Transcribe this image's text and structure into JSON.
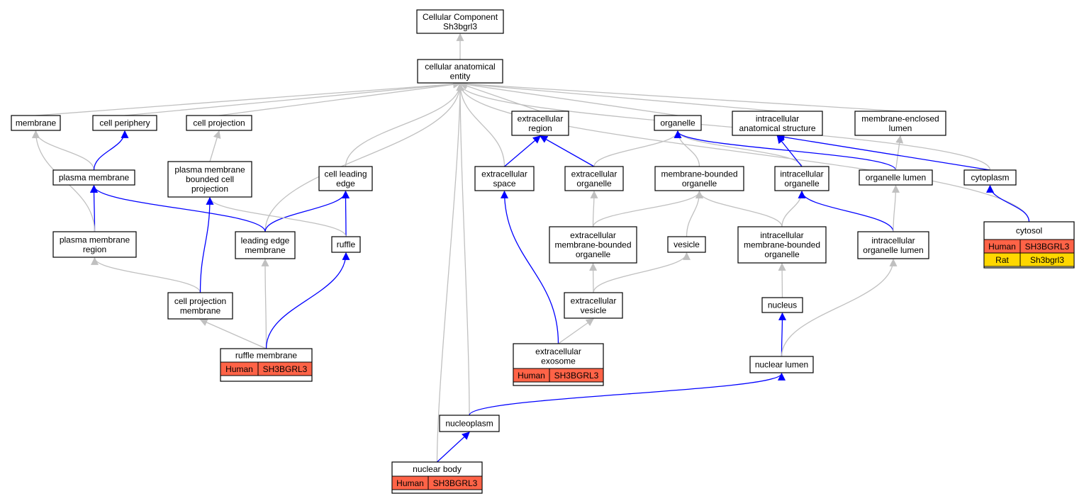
{
  "colors": {
    "is_a": "#c0c0c0",
    "part_of": "#0000ff",
    "human": "#ff6347",
    "rat": "#ffd700"
  },
  "nodes": {
    "cellular_component": {
      "lines": [
        "Cellular Component",
        "Sh3bgrl3"
      ]
    },
    "cellular_anatomical_entity": {
      "lines": [
        "cellular anatomical",
        "entity"
      ]
    },
    "membrane": {
      "lines": [
        "membrane"
      ]
    },
    "cell_periphery": {
      "lines": [
        "cell periphery"
      ]
    },
    "cell_projection": {
      "lines": [
        "cell projection"
      ]
    },
    "extracellular_region": {
      "lines": [
        "extracellular",
        "region"
      ]
    },
    "organelle": {
      "lines": [
        "organelle"
      ]
    },
    "intracellular_anatomical_structure": {
      "lines": [
        "intracellular",
        "anatomical structure"
      ]
    },
    "membrane_enclosed_lumen": {
      "lines": [
        "membrane-enclosed",
        "lumen"
      ]
    },
    "plasma_membrane": {
      "lines": [
        "plasma membrane"
      ]
    },
    "plasma_membrane_bounded_cell_projection": {
      "lines": [
        "plasma membrane",
        "bounded cell",
        "projection"
      ]
    },
    "cell_leading_edge": {
      "lines": [
        "cell leading",
        "edge"
      ]
    },
    "extracellular_space": {
      "lines": [
        "extracellular",
        "space"
      ]
    },
    "extracellular_organelle": {
      "lines": [
        "extracellular",
        "organelle"
      ]
    },
    "membrane_bounded_organelle": {
      "lines": [
        "membrane-bounded",
        "organelle"
      ]
    },
    "intracellular_organelle": {
      "lines": [
        "intracellular",
        "organelle"
      ]
    },
    "organelle_lumen": {
      "lines": [
        "organelle lumen"
      ]
    },
    "cytoplasm": {
      "lines": [
        "cytoplasm"
      ]
    },
    "plasma_membrane_region": {
      "lines": [
        "plasma membrane",
        "region"
      ]
    },
    "leading_edge_membrane": {
      "lines": [
        "leading edge",
        "membrane"
      ]
    },
    "ruffle": {
      "lines": [
        "ruffle"
      ]
    },
    "extracellular_membrane_bounded_organelle": {
      "lines": [
        "extracellular",
        "membrane-bounded",
        "organelle"
      ]
    },
    "vesicle": {
      "lines": [
        "vesicle"
      ]
    },
    "intracellular_membrane_bounded_organelle": {
      "lines": [
        "intracellular",
        "membrane-bounded",
        "organelle"
      ]
    },
    "intracellular_organelle_lumen": {
      "lines": [
        "intracellular",
        "organelle lumen"
      ]
    },
    "cytosol": {
      "lines": [
        "cytosol"
      ],
      "annotations": [
        {
          "species": "Human",
          "gene": "SH3BGRL3"
        },
        {
          "species": "Rat",
          "gene": "Sh3bgrl3"
        }
      ]
    },
    "cell_projection_membrane": {
      "lines": [
        "cell projection",
        "membrane"
      ]
    },
    "extracellular_vesicle": {
      "lines": [
        "extracellular",
        "vesicle"
      ]
    },
    "nucleus": {
      "lines": [
        "nucleus"
      ]
    },
    "ruffle_membrane": {
      "lines": [
        "ruffle membrane"
      ],
      "annotations": [
        {
          "species": "Human",
          "gene": "SH3BGRL3"
        }
      ]
    },
    "extracellular_exosome": {
      "lines": [
        "extracellular",
        "exosome"
      ],
      "annotations": [
        {
          "species": "Human",
          "gene": "SH3BGRL3"
        }
      ]
    },
    "nuclear_lumen": {
      "lines": [
        "nuclear lumen"
      ]
    },
    "nucleoplasm": {
      "lines": [
        "nucleoplasm"
      ]
    },
    "nuclear_body": {
      "lines": [
        "nuclear body"
      ],
      "annotations": [
        {
          "species": "Human",
          "gene": "SH3BGRL3"
        }
      ]
    }
  },
  "edges": [
    {
      "from": "cellular_anatomical_entity",
      "to": "cellular_component",
      "relation": "is_a"
    },
    {
      "from": "membrane",
      "to": "cellular_anatomical_entity",
      "relation": "is_a"
    },
    {
      "from": "cell_periphery",
      "to": "cellular_anatomical_entity",
      "relation": "is_a"
    },
    {
      "from": "cell_projection",
      "to": "cellular_anatomical_entity",
      "relation": "is_a"
    },
    {
      "from": "extracellular_region",
      "to": "cellular_anatomical_entity",
      "relation": "is_a"
    },
    {
      "from": "organelle",
      "to": "cellular_anatomical_entity",
      "relation": "is_a"
    },
    {
      "from": "intracellular_anatomical_structure",
      "to": "cellular_anatomical_entity",
      "relation": "is_a"
    },
    {
      "from": "membrane_enclosed_lumen",
      "to": "cellular_anatomical_entity",
      "relation": "is_a"
    },
    {
      "from": "cell_leading_edge",
      "to": "cellular_anatomical_entity",
      "relation": "is_a"
    },
    {
      "from": "extracellular_space",
      "to": "cellular_anatomical_entity",
      "relation": "is_a"
    },
    {
      "from": "cytoplasm",
      "to": "cellular_anatomical_entity",
      "relation": "is_a"
    },
    {
      "from": "leading_edge_membrane",
      "to": "cellular_anatomical_entity",
      "relation": "is_a"
    },
    {
      "from": "cytosol",
      "to": "cellular_anatomical_entity",
      "relation": "is_a"
    },
    {
      "from": "nucleoplasm",
      "to": "cellular_anatomical_entity",
      "relation": "is_a"
    },
    {
      "from": "nuclear_body",
      "to": "cellular_anatomical_entity",
      "relation": "is_a"
    },
    {
      "from": "plasma_membrane",
      "to": "membrane",
      "relation": "is_a"
    },
    {
      "from": "plasma_membrane",
      "to": "cell_periphery",
      "relation": "part_of"
    },
    {
      "from": "plasma_membrane_bounded_cell_projection",
      "to": "cell_projection",
      "relation": "is_a"
    },
    {
      "from": "extracellular_space",
      "to": "extracellular_region",
      "relation": "part_of"
    },
    {
      "from": "extracellular_organelle",
      "to": "extracellular_region",
      "relation": "part_of"
    },
    {
      "from": "extracellular_organelle",
      "to": "organelle",
      "relation": "is_a"
    },
    {
      "from": "membrane_bounded_organelle",
      "to": "organelle",
      "relation": "is_a"
    },
    {
      "from": "intracellular_organelle",
      "to": "organelle",
      "relation": "is_a"
    },
    {
      "from": "intracellular_organelle",
      "to": "intracellular_anatomical_structure",
      "relation": "part_of"
    },
    {
      "from": "organelle_lumen",
      "to": "organelle",
      "relation": "part_of"
    },
    {
      "from": "organelle_lumen",
      "to": "membrane_enclosed_lumen",
      "relation": "is_a"
    },
    {
      "from": "cytoplasm",
      "to": "intracellular_anatomical_structure",
      "relation": "part_of"
    },
    {
      "from": "plasma_membrane_region",
      "to": "plasma_membrane",
      "relation": "part_of"
    },
    {
      "from": "plasma_membrane_region",
      "to": "membrane",
      "relation": "is_a"
    },
    {
      "from": "leading_edge_membrane",
      "to": "plasma_membrane",
      "relation": "part_of"
    },
    {
      "from": "leading_edge_membrane",
      "to": "cell_leading_edge",
      "relation": "part_of"
    },
    {
      "from": "ruffle",
      "to": "cell_leading_edge",
      "relation": "part_of"
    },
    {
      "from": "ruffle",
      "to": "plasma_membrane_bounded_cell_projection",
      "relation": "is_a"
    },
    {
      "from": "extracellular_membrane_bounded_organelle",
      "to": "extracellular_organelle",
      "relation": "is_a"
    },
    {
      "from": "extracellular_membrane_bounded_organelle",
      "to": "membrane_bounded_organelle",
      "relation": "is_a"
    },
    {
      "from": "vesicle",
      "to": "membrane_bounded_organelle",
      "relation": "is_a"
    },
    {
      "from": "intracellular_membrane_bounded_organelle",
      "to": "membrane_bounded_organelle",
      "relation": "is_a"
    },
    {
      "from": "intracellular_membrane_bounded_organelle",
      "to": "intracellular_organelle",
      "relation": "is_a"
    },
    {
      "from": "intracellular_organelle_lumen",
      "to": "intracellular_organelle",
      "relation": "part_of"
    },
    {
      "from": "intracellular_organelle_lumen",
      "to": "organelle_lumen",
      "relation": "is_a"
    },
    {
      "from": "cytosol",
      "to": "cytoplasm",
      "relation": "part_of"
    },
    {
      "from": "cell_projection_membrane",
      "to": "plasma_membrane_region",
      "relation": "is_a"
    },
    {
      "from": "cell_projection_membrane",
      "to": "plasma_membrane_bounded_cell_projection",
      "relation": "part_of"
    },
    {
      "from": "extracellular_vesicle",
      "to": "extracellular_membrane_bounded_organelle",
      "relation": "is_a"
    },
    {
      "from": "extracellular_vesicle",
      "to": "vesicle",
      "relation": "is_a"
    },
    {
      "from": "nucleus",
      "to": "intracellular_membrane_bounded_organelle",
      "relation": "is_a"
    },
    {
      "from": "ruffle_membrane",
      "to": "cell_projection_membrane",
      "relation": "is_a"
    },
    {
      "from": "ruffle_membrane",
      "to": "leading_edge_membrane",
      "relation": "is_a"
    },
    {
      "from": "ruffle_membrane",
      "to": "ruffle",
      "relation": "part_of"
    },
    {
      "from": "extracellular_exosome",
      "to": "extracellular_space",
      "relation": "part_of"
    },
    {
      "from": "extracellular_exosome",
      "to": "extracellular_vesicle",
      "relation": "is_a"
    },
    {
      "from": "nuclear_lumen",
      "to": "nucleus",
      "relation": "part_of"
    },
    {
      "from": "nuclear_lumen",
      "to": "intracellular_organelle_lumen",
      "relation": "is_a"
    },
    {
      "from": "nucleoplasm",
      "to": "nuclear_lumen",
      "relation": "part_of"
    },
    {
      "from": "nuclear_body",
      "to": "nucleoplasm",
      "relation": "part_of"
    }
  ]
}
